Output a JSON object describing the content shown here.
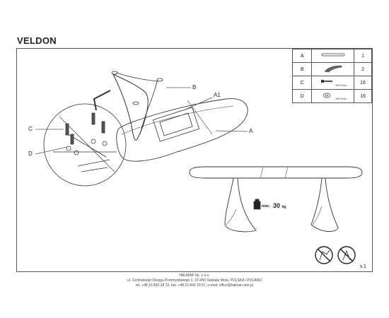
{
  "title": "VELDON",
  "parts": [
    {
      "letter": "A",
      "spec": "",
      "qty": "1",
      "icon": "top-bracket-icon"
    },
    {
      "letter": "B",
      "spec": "",
      "qty": "2",
      "icon": "leg-bracket-icon"
    },
    {
      "letter": "C",
      "spec": "M8*16mm",
      "qty": "16",
      "icon": "bolt-icon"
    },
    {
      "letter": "D",
      "spec": "M8*20mm",
      "qty": "16",
      "icon": "washer-icon"
    }
  ],
  "callouts": {
    "a": "A",
    "a1": "A1",
    "b": "B",
    "c": "C",
    "d": "D"
  },
  "load": {
    "max_label": "max.",
    "value": "30",
    "unit": "kg"
  },
  "version": "v.1",
  "footer": {
    "line1": "HALMAR Sp. z o.o.",
    "line2": "ul. Centralnego Okręgu Przemysłowego 2, 37-450 Stalowa Wola, POLSKA / POLAND",
    "line3": "tel. +48 15 843 28 10, fax: +48 15 842 19 57, e-mail: office@halmar.com.pl"
  }
}
